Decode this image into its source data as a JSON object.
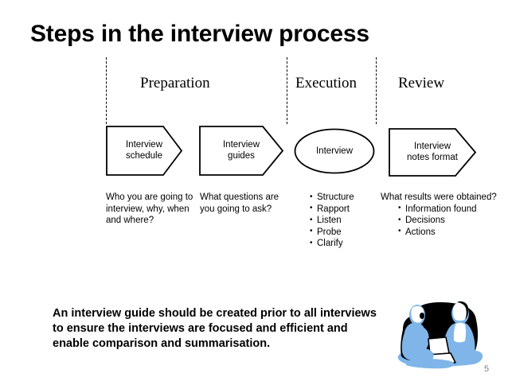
{
  "slide": {
    "title": "Steps in the interview process",
    "page_number": "5",
    "colors": {
      "text": "#000000",
      "background": "#ffffff",
      "shape_stroke": "#000000",
      "shape_fill": "#ffffff",
      "divider": "#000000",
      "page_number": "#808080",
      "clipart_blue": "#7FB5E8",
      "clipart_blue_light": "#A9CDEF",
      "clipart_dark": "#000000"
    }
  },
  "phases": [
    {
      "id": "preparation",
      "label": "Preparation"
    },
    {
      "id": "execution",
      "label": "Execution"
    },
    {
      "id": "review",
      "label": "Review"
    }
  ],
  "shapes": [
    {
      "id": "interview-schedule",
      "shape": "chevron-arrow",
      "label": "Interview\nschedule"
    },
    {
      "id": "interview-guides",
      "shape": "chevron-arrow",
      "label": "Interview\nguides"
    },
    {
      "id": "interview",
      "shape": "ellipse",
      "label": "Interview"
    },
    {
      "id": "interview-notes-format",
      "shape": "chevron-arrow",
      "label": "Interview\nnotes format"
    }
  ],
  "descriptions": {
    "preparation_schedule": "Who you are going to interview, why, when and where?",
    "preparation_guides": "What questions are you going to ask?",
    "execution_bullets": [
      "Structure",
      "Rapport",
      "Listen",
      "Probe",
      "Clarify"
    ],
    "review_heading": "What results were obtained?",
    "review_bullets": [
      "Information found",
      "Decisions",
      "Actions"
    ]
  },
  "summary": "An interview guide should be created prior to all interviews to ensure the interviews are focused and efficient and enable comparison and summarisation.",
  "clipart": {
    "name": "two-people-interview-illustration",
    "description": "Illustration of an interviewer with a laptop seated opposite an interviewee on a sofa"
  }
}
